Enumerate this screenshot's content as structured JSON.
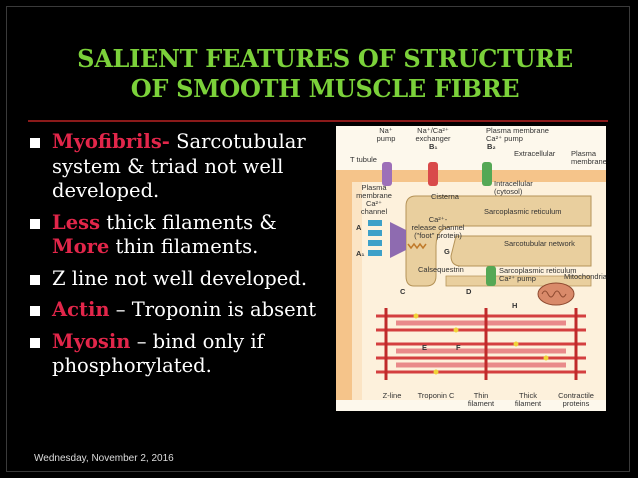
{
  "slide": {
    "title_line1": "SALIENT FEATURES OF STRUCTURE",
    "title_line2": "OF SMOOTH MUSCLE FIBRE",
    "date": "Wednesday, November 2, 2016",
    "colors": {
      "background": "#000000",
      "title": "#7bd13a",
      "keyword": "#e2264a",
      "rule": "#8b1a1a"
    }
  },
  "bullets": [
    {
      "key": "Myofibrils-",
      "l1": " Sarcotubular",
      "l2": "system & triad not well",
      "l3": "developed."
    },
    {
      "key": "Less",
      "l1": " thick filaments &",
      "key2": "More",
      "l2": " thin filaments."
    },
    {
      "l1": "Z line not well developed."
    },
    {
      "key": "Actin",
      "l1": " – Troponin is absent"
    },
    {
      "key": "Myosin",
      "l1": " – bind only if",
      "l2": "phosphorylated."
    }
  ],
  "figure": {
    "na_pump": "Na⁺",
    "pump_word": "pump",
    "exchanger_1": "Na⁺/Ca²⁺",
    "exchanger_2": "exchanger",
    "pm_pump_1": "Plasma membrane",
    "pm_pump_2": "Ca²⁺ pump",
    "b1": "B₁",
    "b2": "B₂",
    "t_tubule": "T tubule",
    "extracellular": "Extracellular",
    "plasma_1": "Plasma",
    "plasma_2": "membrane",
    "pmc_1": "Plasma",
    "pmc_2": "membrane",
    "pmc_3": "Ca²⁺",
    "pmc_4": "channel",
    "cisterna": "Cisterna",
    "intra_1": "Intracellular",
    "intra_2": "(cytosol)",
    "sr": "Sarcoplasmic reticulum",
    "rel_1": "Ca²⁺-",
    "rel_2": "release channel",
    "rel_3": "(\"foot\" protein)",
    "a": "A",
    "a1": "A₁",
    "g": "G",
    "stn": "Sarcotubular network",
    "calseq": "Calsequestrin",
    "srp_1": "Sarcoplasmic reticulum",
    "srp_2": "Ca²⁺ pump",
    "mito": "Mitochondria",
    "c": "C",
    "d": "D",
    "h": "H",
    "e": "E",
    "f": "F",
    "zline": "Z-line",
    "tropc": "Troponin C",
    "thin_1": "Thin",
    "thin_2": "filament",
    "thick_1": "Thick",
    "thick_2": "filament",
    "contr_1": "Contractile",
    "contr_2": "proteins"
  }
}
